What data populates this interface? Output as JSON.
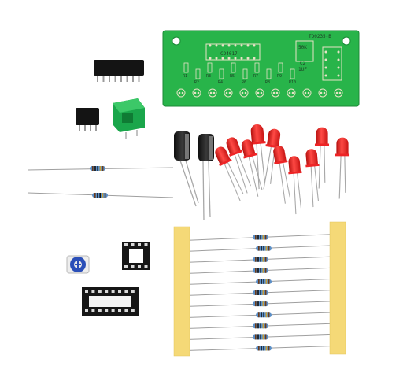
{
  "pcb": {
    "silk_label_top": "TD0235-B",
    "silk_label_chip": "CD4017",
    "silk_label_pot": "50K",
    "silk_label_cap": "C2",
    "silk_label_cap_value": "1UF",
    "silk_r_labels": [
      "R1",
      "R2",
      "R3",
      "R4",
      "R5",
      "R6",
      "R7",
      "R8",
      "R9",
      "R10"
    ],
    "color_board": "#28b44a",
    "color_pad": "#e8e2c6"
  },
  "parts": {
    "led_count": 10,
    "led_color": "#ee2426",
    "resistor_count_taped": 11,
    "resistor_count_loose": 2,
    "tape_color": "#f5d977",
    "capacitor_count": 2,
    "ic_socket_count": 2,
    "ic_count": 2
  }
}
